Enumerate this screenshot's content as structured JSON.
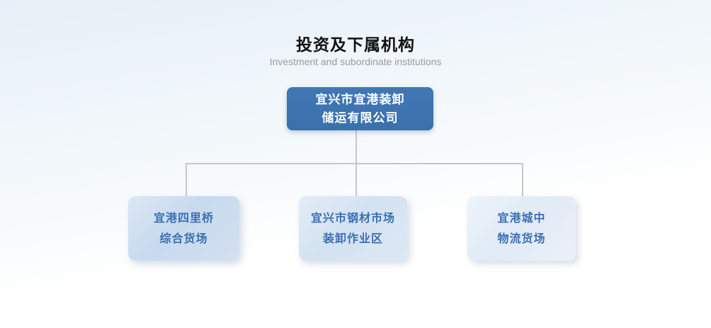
{
  "page": {
    "title": "投资及下属机构",
    "subtitle": "Investment and subordinate institutions"
  },
  "org": {
    "root": {
      "lines": [
        "宜兴市宜港装卸",
        "储运有限公司"
      ]
    },
    "children": [
      {
        "lines": [
          "宜港四里桥",
          "综合货场"
        ]
      },
      {
        "lines": [
          "宜兴市钢材市场",
          "装卸作业区"
        ]
      },
      {
        "lines": [
          "宜港城中",
          "物流货场"
        ]
      }
    ]
  },
  "colors": {
    "root_box_bg": "#3d73b0",
    "root_box_text": "#ffffff",
    "child_box_text": "#3a70b2",
    "child_box_bg_left": "#c9dcef",
    "child_box_bg_middle": "#d5e3f2",
    "child_box_bg_right": "#e3edf7",
    "connector": "#c7c7c7",
    "title_text": "#111111",
    "subtitle_text": "#9b9b9b",
    "page_bg_top": "#e7f0f8",
    "page_bg_bottom": "#ffffff"
  }
}
